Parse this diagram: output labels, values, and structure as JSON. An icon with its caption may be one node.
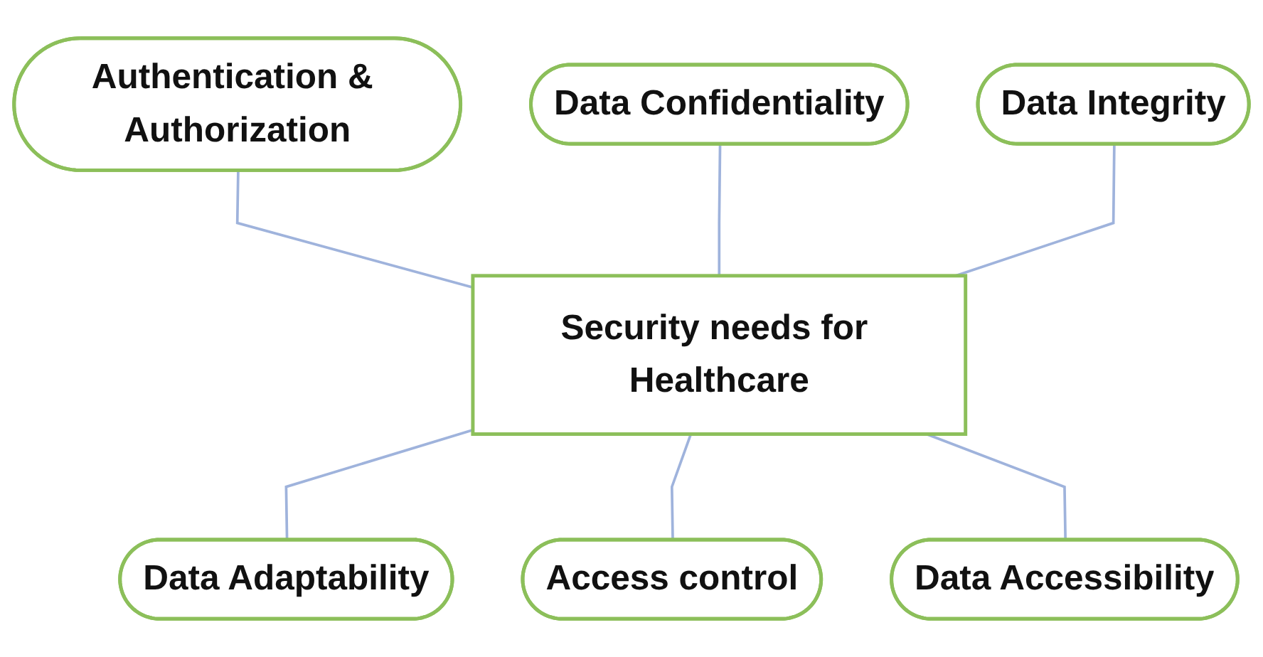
{
  "diagram": {
    "nodes": [
      {
        "text": [
          "Authentication & Authorization"
        ]
      },
      {
        "text": [
          "Data Confidentiality"
        ]
      },
      {
        "text": [
          "Data Integrity"
        ]
      },
      {
        "text": [
          "Security needs for Healthcare"
        ]
      },
      {
        "text": [
          "Data Adaptability"
        ]
      },
      {
        "text": [
          "Access control"
        ]
      },
      {
        "text": [
          "Data Accessibility"
        ]
      }
    ],
    "edges": [
      {
        "from": 0,
        "to": 3,
        "arrow": "none"
      },
      {
        "from": 1,
        "to": 3,
        "arrow": "none"
      },
      {
        "from": 2,
        "to": 3,
        "arrow": "none"
      },
      {
        "from": 3,
        "to": 4,
        "arrow": "none"
      },
      {
        "from": 3,
        "to": 5,
        "arrow": "none"
      },
      {
        "from": 3,
        "to": 6,
        "arrow": "none"
      }
    ]
  }
}
